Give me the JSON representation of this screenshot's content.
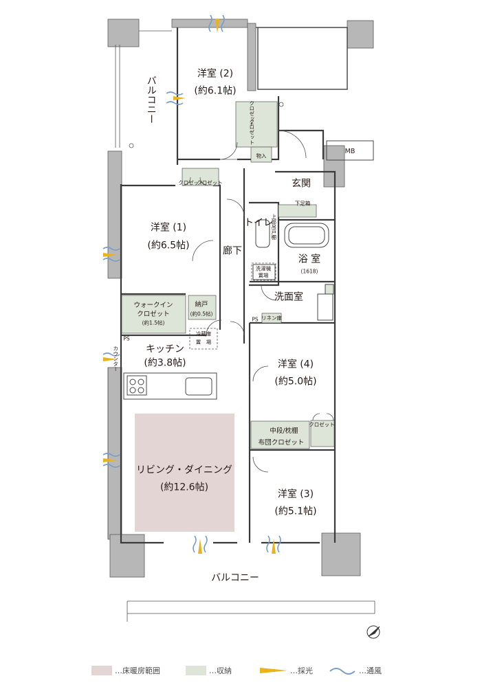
{
  "rooms": {
    "western2": {
      "name": "洋室 (2)",
      "size": "(約6.1帖)"
    },
    "western1": {
      "name": "洋室 (1)",
      "size": "(約6.5帖)"
    },
    "western4": {
      "name": "洋室 (4)",
      "size": "(約5.0帖)"
    },
    "western3": {
      "name": "洋室 (3)",
      "size": "(約5.1帖)"
    },
    "kitchen": {
      "name": "キッチン",
      "size": "(約3.8帖)"
    },
    "living": {
      "name": "リビング・ダイニング",
      "size": "(約12.6帖)"
    },
    "wic": {
      "name": "ウォークイン",
      "name2": "クロゼット",
      "size": "(約1.5帖)"
    },
    "nando": {
      "name": "納戸",
      "size": "(約0.5帖)"
    },
    "corridor": "廊下",
    "toilet": "トイレ",
    "bath": {
      "name": "浴 室",
      "size": "(1618)"
    },
    "washroom": "洗面室",
    "entrance": "玄関"
  },
  "balconies": {
    "top": "バルコニー",
    "bottom": "バルコニー"
  },
  "fixtures": {
    "mb": "MB",
    "ps1": "PS",
    "ps2": "PS",
    "storage": "物入",
    "closet_w1a": "クロゼット",
    "closet_w1b": "クロゼット",
    "closet_w2a": "クロゼット",
    "closet_w2b": "クロゼット",
    "closet_w4": "クロゼット",
    "shoe": "下足箱",
    "linen": "リネン庫",
    "fridge": [
      "冷蔵庫",
      "置　場"
    ],
    "washer": [
      "洗濯機",
      "置場"
    ],
    "futon_mid": "中段/枕棚",
    "futon": "布団クロゼット",
    "counter": "カウンター",
    "cabinet": "上部吊戸棚"
  },
  "legend": [
    {
      "label": "…床暖房範囲",
      "color": "#e3d5d4"
    },
    {
      "label": "…収納",
      "color": "#dde5d8"
    },
    {
      "label": "…採光",
      "color": "#e9b41b"
    },
    {
      "label": "…通風",
      "color": "#7a9cc9"
    }
  ],
  "colors": {
    "wall": "#b7b7b7",
    "line": "#3a3a3a",
    "floor_heating": "#e3d5d4",
    "storage": "#dde5d8",
    "light": "#e9b41b",
    "wind": "#7a9cc9"
  }
}
